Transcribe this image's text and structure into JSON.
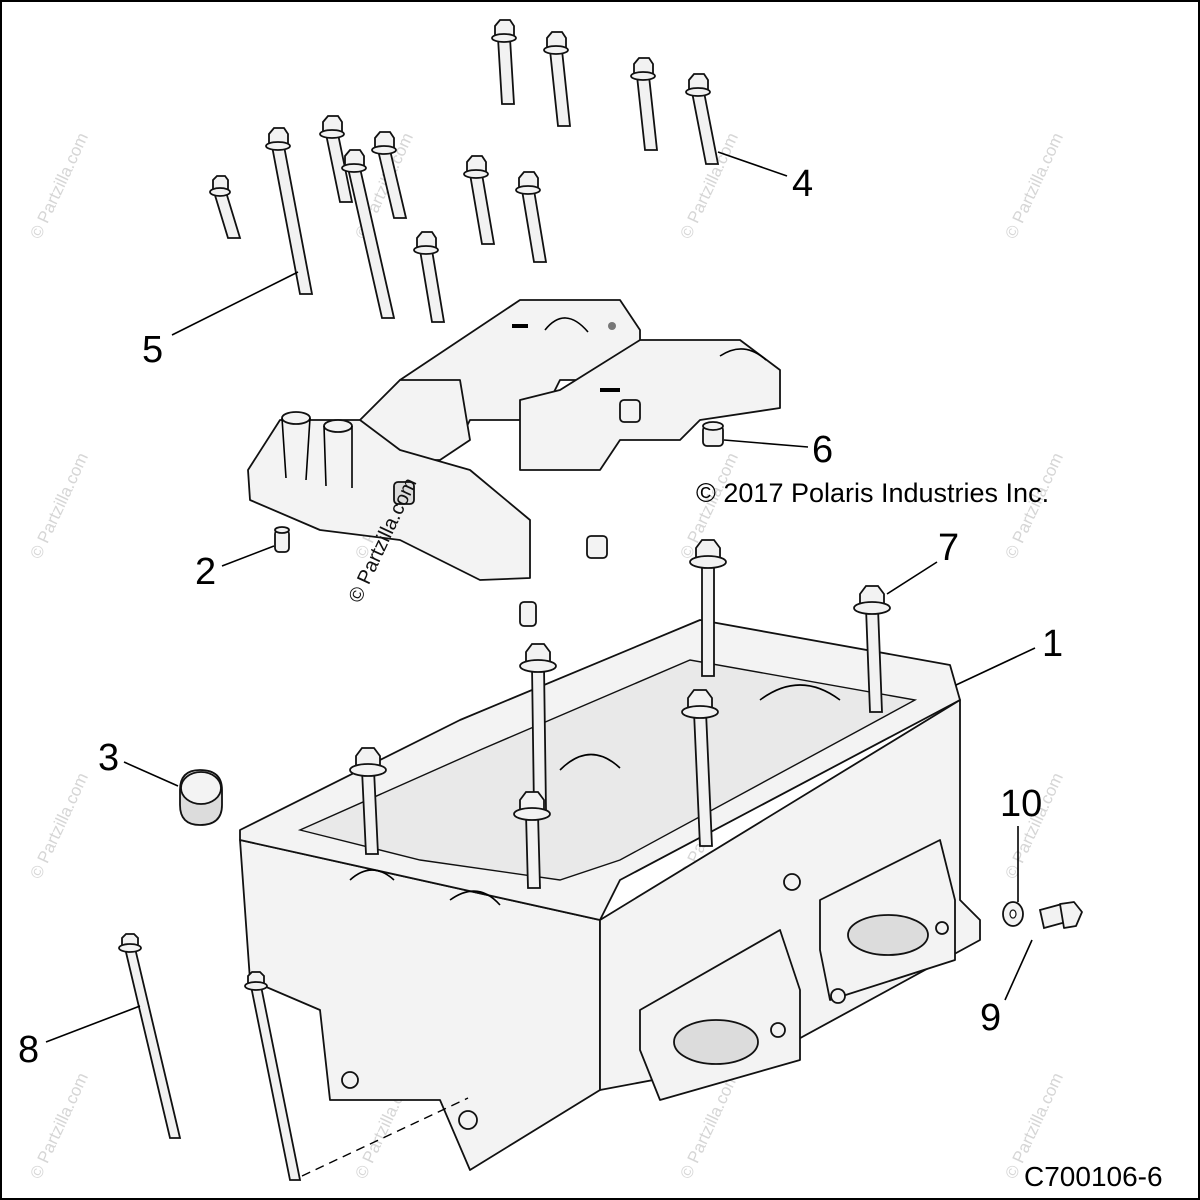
{
  "callouts": {
    "c1": "1",
    "c2": "2",
    "c3": "3",
    "c4": "4",
    "c5": "5",
    "c6": "6",
    "c7": "7",
    "c8": "8",
    "c9": "9",
    "c10": "10"
  },
  "copyright": "© 2017 Polaris Industries Inc.",
  "part_number": "C700106-6",
  "watermark": {
    "text": "© Partzilla.com",
    "prominent": "© Partzilla.com"
  },
  "colors": {
    "background": "#ffffff",
    "line": "#111111",
    "part_fill": "#f3f3f3",
    "watermark": "#d6d6d6"
  }
}
